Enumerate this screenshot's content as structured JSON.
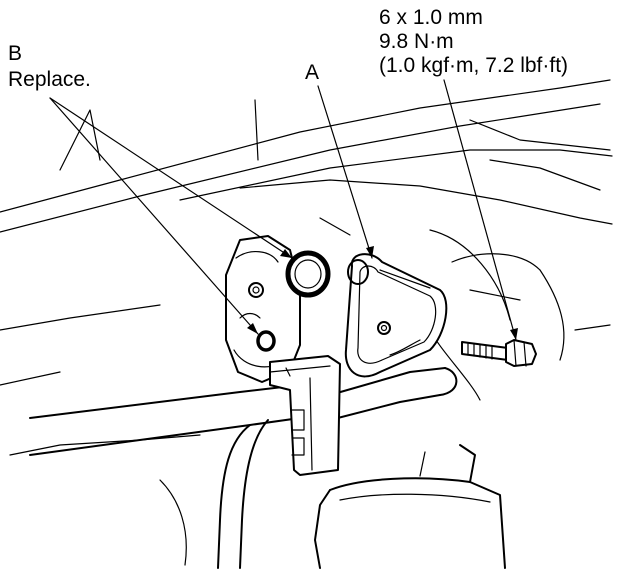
{
  "labels": {
    "b_letter": "B",
    "b_note": "Replace.",
    "a_letter": "A",
    "spec_line1": "6 x 1.0 mm",
    "spec_line2": "9.8 N·m",
    "spec_line3": "(1.0 kgf·m, 7.2 lbf·ft)"
  }
}
